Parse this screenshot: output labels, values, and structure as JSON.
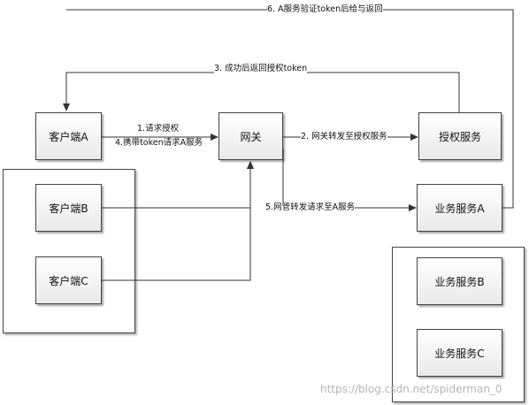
{
  "nodes": {
    "client_a": "客户端A",
    "client_b": "客户端B",
    "client_c": "客户端C",
    "gateway": "网关",
    "auth_service": "授权服务",
    "biz_a": "业务服务A",
    "biz_b": "业务服务B",
    "biz_c": "业务服务C"
  },
  "edges": {
    "e1": "1.请求授权",
    "e2": "2. 网关转发至授权服务",
    "e3": "3. 成功后返回授权token",
    "e4": "4.携带token请求A服务",
    "e5": "5.网管转发请求至A服务",
    "e6": "6. A服务验证token后给与返回"
  },
  "watermark": "https://blog.csdn.net/spiderman_0",
  "colors": {
    "line": "#333333",
    "border": "#444444",
    "watermark": "#b4b4b4"
  }
}
